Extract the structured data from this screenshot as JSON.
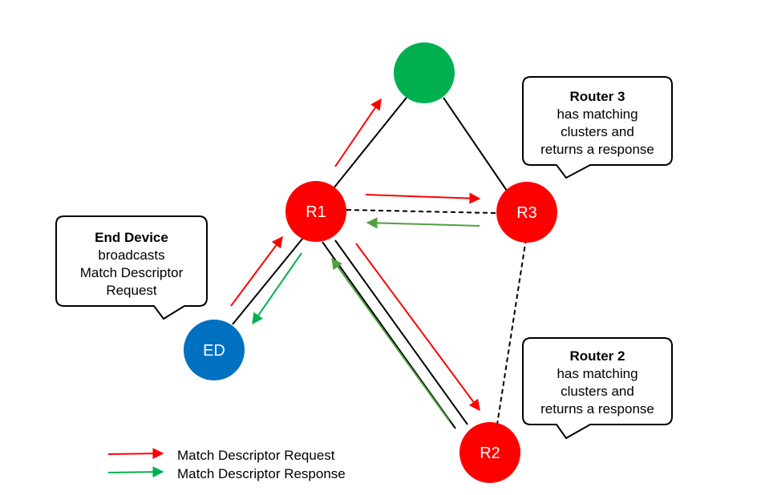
{
  "colors": {
    "node_red": "#ff0000",
    "node_green": "#00b050",
    "node_blue": "#0070c0",
    "request_arrow": "#ff0000",
    "response_arrow": "#4fa03f",
    "legend_response_arrow": "#00b050",
    "link": "#000000"
  },
  "nodes": {
    "coordinator": {
      "label": ""
    },
    "r1": {
      "label": "R1"
    },
    "r2": {
      "label": "R2"
    },
    "r3": {
      "label": "R3"
    },
    "ed": {
      "label": "ED"
    }
  },
  "callouts": {
    "end_device": {
      "title": "End Device",
      "lines": [
        "broadcasts",
        "Match Descriptor",
        "Request"
      ]
    },
    "router3": {
      "title": "Router 3",
      "lines": [
        "has matching",
        "clusters and",
        "returns a response"
      ]
    },
    "router2": {
      "title": "Router 2",
      "lines": [
        "has matching",
        "clusters and",
        "returns a response"
      ]
    }
  },
  "legend": {
    "request": "Match Descriptor Request",
    "response": "Match Descriptor Response"
  }
}
